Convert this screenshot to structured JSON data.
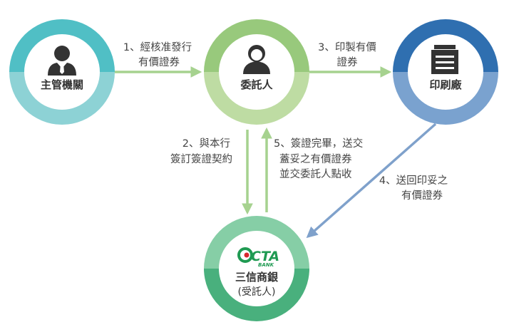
{
  "nodes": {
    "regulator": {
      "label": "主管機關",
      "icon": "businessman-icon",
      "colors": {
        "top": "#50bfc5",
        "bottom": "#8dd2d5"
      }
    },
    "trustor": {
      "label": "委託人",
      "icon": "person-icon",
      "colors": {
        "top": "#98c97c",
        "bottom": "#bedca3"
      }
    },
    "printer": {
      "label": "印刷廠",
      "icon": "printer-icon",
      "colors": {
        "top": "#2f6fb0",
        "bottom": "#7aa2cf"
      }
    },
    "bank": {
      "label": "三信商銀",
      "sub_label": "(受託人)",
      "logo": {
        "text": "CTA",
        "sub": "BANK",
        "icon": "bank-logo-icon"
      },
      "colors": {
        "top": "#86cea6",
        "bottom": "#49b07d"
      }
    }
  },
  "steps": [
    {
      "id": "s1",
      "lines": [
        "1、經核准發行",
        "有價證券"
      ]
    },
    {
      "id": "s2",
      "lines": [
        "2、與本行",
        "簽訂簽證契約"
      ]
    },
    {
      "id": "s3",
      "lines": [
        "3、印製有價",
        "證券"
      ]
    },
    {
      "id": "s4",
      "lines": [
        "4、送回印妥之",
        "有價證券"
      ]
    },
    {
      "id": "s5",
      "lines": [
        "5、簽證完畢，送交",
        "蓋妥之有價證券",
        "並交委託人點收"
      ]
    }
  ],
  "colors": {
    "arrow_green": "#a6d28f",
    "arrow_blue": "#7fa1cb",
    "logo_green": "#1f9a52",
    "logo_red": "#d9272e"
  }
}
